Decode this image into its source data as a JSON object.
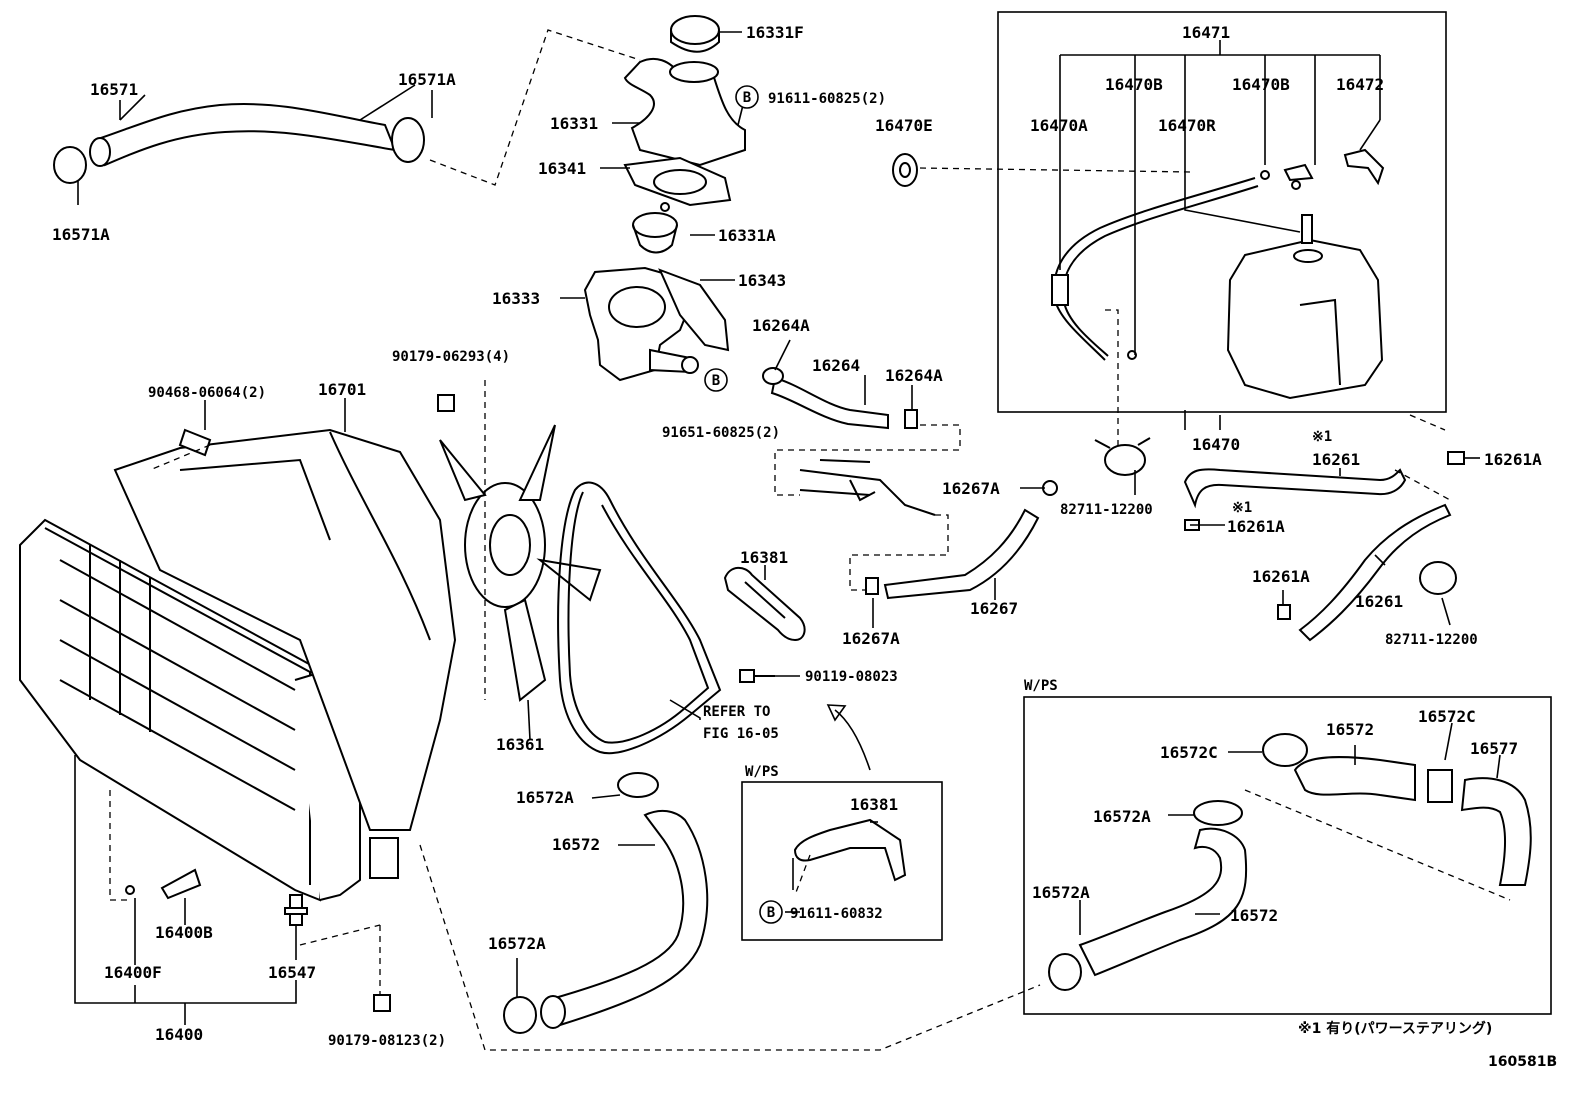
{
  "labels": {
    "p16571": "16571",
    "p16571A_top": "16571A",
    "p16571A_left": "16571A",
    "p16331F": "16331F",
    "p16331": "16331",
    "p16341": "16341",
    "p16331A": "16331A",
    "p16343": "16343",
    "p16333": "16333",
    "bolt_top": "91611-60825(2)",
    "bolt_mid": "91651-60825(2)",
    "bolt_wps": "91611-60832",
    "circle_b": "B",
    "p16470E": "16470E",
    "p16264A_a": "16264A",
    "p16264": "16264",
    "p16264A_b": "16264A",
    "p90179_06293": "90179-06293(4)",
    "p90468": "90468-06064(2)",
    "p16701": "16701",
    "p16471": "16471",
    "p16470B_a": "16470B",
    "p16470B_b": "16470B",
    "p16472": "16472",
    "p16470A": "16470A",
    "p16470R": "16470R",
    "p16470": "16470",
    "p16261_top": "16261",
    "p16261A_right": "16261A",
    "p16261A_mid": "16261A",
    "p16261A_low": "16261A",
    "p16261_low": "16261",
    "p82711_a": "82711-12200",
    "p82711_b": "82711-12200",
    "p16267A_top": "16267A",
    "p16267A_low": "16267A",
    "p16267": "16267",
    "p16381": "16381",
    "p16381_wps": "16381",
    "p90119": "90119-08023",
    "refer1": "REFER TO",
    "refer2": "FIG 16-05",
    "p16361": "16361",
    "p16572A_a": "16572A",
    "p16572_a": "16572",
    "p16572A_b": "16572A",
    "p16400B": "16400B",
    "p16400F": "16400F",
    "p16400": "16400",
    "p16547": "16547",
    "p90179_08123": "90179-08123(2)",
    "wps1": "W/PS",
    "wps2": "W/PS",
    "p16572C_a": "16572C",
    "p16572_b": "16572",
    "p16572C_b": "16572C",
    "p16577": "16577",
    "p16572A_c": "16572A",
    "p16572A_d": "16572A",
    "p16572_c": "16572",
    "mark1": "※1",
    "mark2": "※1",
    "footnote": "※1 有り(パワーステアリング)",
    "fig_id": "160581B"
  }
}
